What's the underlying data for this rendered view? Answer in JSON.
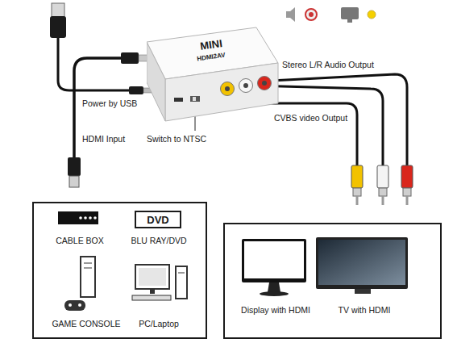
{
  "diagram": {
    "nodes": [
      {
        "text": [
          "MINI",
          "HDMI2AV"
        ]
      },
      {
        "text": [
          "CABLE BOX",
          "BLU RAY/DVD",
          "GAME CONSOLE",
          "PC/Laptop"
        ]
      },
      {
        "text": [
          "DVD"
        ],
        "in": 1
      },
      {
        "text": [
          "Display with HDMI",
          "TV with HDMI"
        ]
      }
    ],
    "labels": [
      "Power by USB",
      "HDMI Input",
      "Switch to NTSC",
      "Stereo L/R Audio Output",
      "CVBS video Output"
    ]
  }
}
